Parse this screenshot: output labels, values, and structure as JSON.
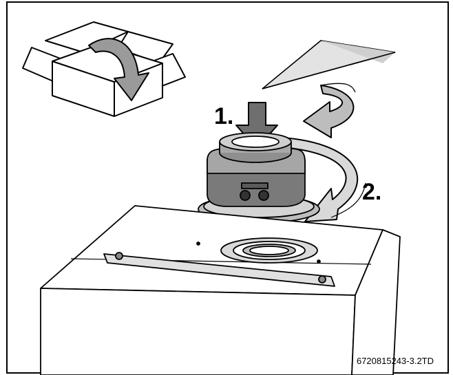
{
  "figure": {
    "step_1_label": "1.",
    "step_2_label": "2.",
    "figure_id": "6720815243-3.2TD"
  },
  "colors": {
    "outline": "#000000",
    "light_gray": "#d9d9d9",
    "mid_gray": "#9a9a9a",
    "dark_gray": "#6f6f6f",
    "background": "#ffffff"
  },
  "icons": [
    "unpack-box-icon",
    "instruction-sheet-icon",
    "rotate-arrow-icon",
    "down-arrow-icon",
    "flue-adapter",
    "boiler-unit"
  ]
}
